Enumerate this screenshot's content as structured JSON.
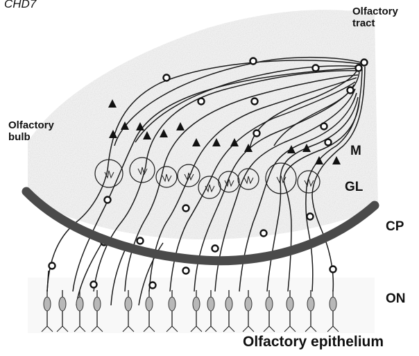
{
  "labels": {
    "gene": "CHD7",
    "olfactory_tract": "Olfactory\ntract",
    "olfactory_bulb": "Olfactory\nbulb",
    "mitral_layer": "M",
    "glomerular_layer": "GL",
    "cribriform_plate": "CP",
    "olfactory_nerve": "ON",
    "olfactory_epithelium": "Olfactory epithelium"
  },
  "colors": {
    "line": "#1a1a1a",
    "cribriform_plate": "#4a4a4a",
    "neuron_fill": "#b8b8b8",
    "bulb_shading": "#d6d6d6"
  }
}
